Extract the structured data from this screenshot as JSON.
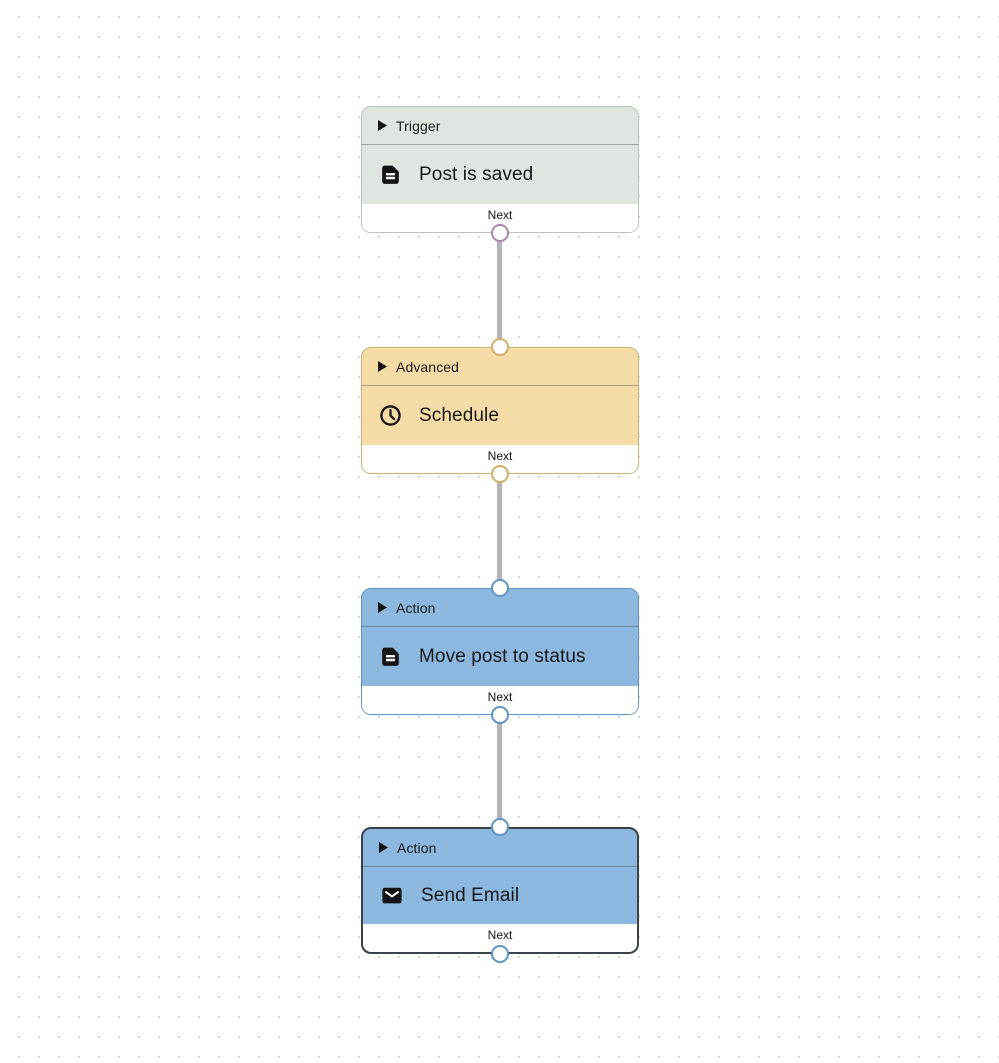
{
  "canvas": {
    "background": "#ffffff",
    "dot_color": "#d3d3d3"
  },
  "workflow": {
    "connector_color": "#b4b4ba",
    "nodes": [
      {
        "category": "Trigger",
        "title": "Post is saved",
        "icon": "document-icon",
        "footer_label": "Next",
        "fill": "#dfe5df",
        "border": "#bcc3bc",
        "port_color": "#a886ad",
        "selected": false
      },
      {
        "category": "Advanced",
        "title": "Schedule",
        "icon": "clock-icon",
        "footer_label": "Next",
        "fill": "#f5dca6",
        "border": "#ccb172",
        "port_color": "#d4ad66",
        "selected": false
      },
      {
        "category": "Action",
        "title": "Move post to status",
        "icon": "document-icon",
        "footer_label": "Next",
        "fill": "#8cb8e0",
        "border": "#5e93c5",
        "port_color": "#5f94c6",
        "selected": false
      },
      {
        "category": "Action",
        "title": "Send Email",
        "icon": "envelope-icon",
        "footer_label": "Next",
        "fill": "#8cb8e0",
        "border": "#3c4247",
        "port_color": "#5f94c6",
        "selected": true
      }
    ]
  }
}
